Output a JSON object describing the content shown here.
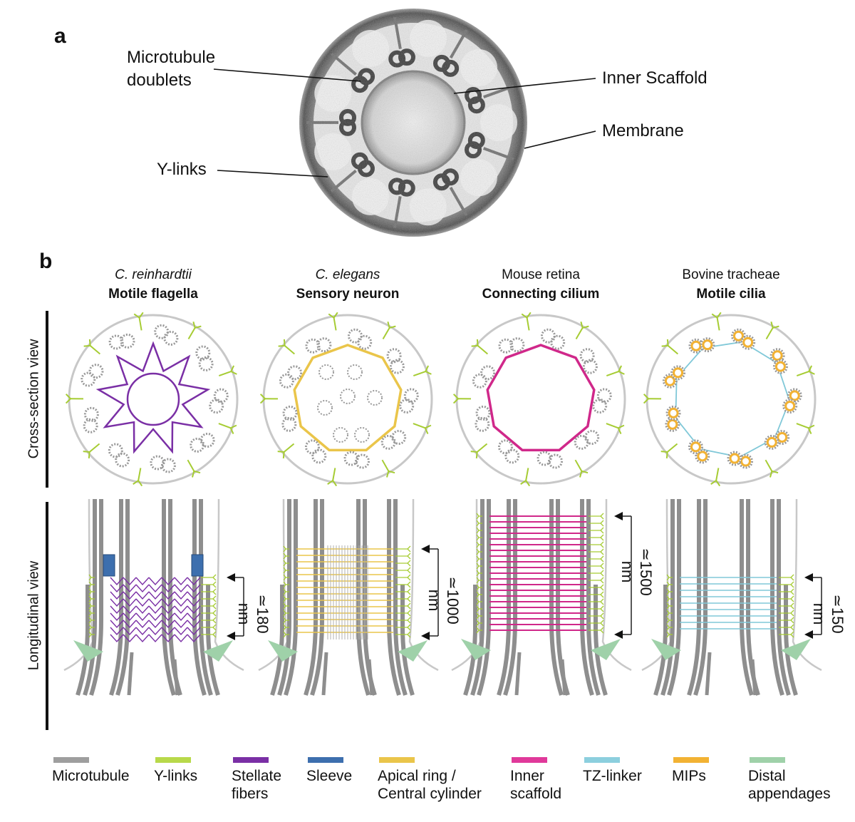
{
  "panel_a": {
    "letter": "a",
    "labels": {
      "microtubule_doublets": "Microtubule\ndoublets",
      "inner_scaffold": "Inner Scaffold",
      "membrane": "Membrane",
      "y_links": "Y-links"
    }
  },
  "panel_b": {
    "letter": "b",
    "columns": [
      {
        "species": "C. reinhardtii",
        "type": "Motile flagella",
        "measure": "≃180 nm",
        "marker": "#7a2fa5"
      },
      {
        "species": "C. elegans",
        "type": "Sensory neuron",
        "measure": "≃1000 nm",
        "marker": "#eac54a"
      },
      {
        "species": "Mouse retina",
        "type": "Connecting cilium",
        "measure": "≃1500 nm",
        "marker": "#d0288a"
      },
      {
        "species": "Bovine tracheae",
        "type": "Motile cilia",
        "measure": "≃150 nm",
        "marker": "#80c8d8"
      }
    ],
    "row_labels": {
      "cross_section": "Cross-section view",
      "longitudinal": "Longitudinal  view"
    }
  },
  "legend": [
    {
      "label": "Microtubule",
      "color": "#9e9e9e"
    },
    {
      "label": "Y-links",
      "color": "#b8d94a"
    },
    {
      "label": "Stellate\nfibers",
      "color": "#7a2fa5"
    },
    {
      "label": "Sleeve",
      "color": "#3d6fae"
    },
    {
      "label": "Apical ring /\nCentral cylinder",
      "color": "#eac54a"
    },
    {
      "label": "Inner\nscaffold",
      "color": "#e0399a"
    },
    {
      "label": "TZ-linker",
      "color": "#8ccfde"
    },
    {
      "label": "MIPs",
      "color": "#f2b233"
    },
    {
      "label": "Distal\nappendages",
      "color": "#9fd1a9"
    }
  ],
  "colors": {
    "microtubule": "#8a8a8a",
    "membrane": "#c8c8c8",
    "ylink": "#a6cc33",
    "stellate": "#7a2fa5",
    "sleeve": "#3d6fae",
    "apical": "#eac54a",
    "inner_scaffold": "#d0288a",
    "tz_linker": "#80c8d8",
    "mips": "#f2b233",
    "distal": "#9fd1a9"
  }
}
